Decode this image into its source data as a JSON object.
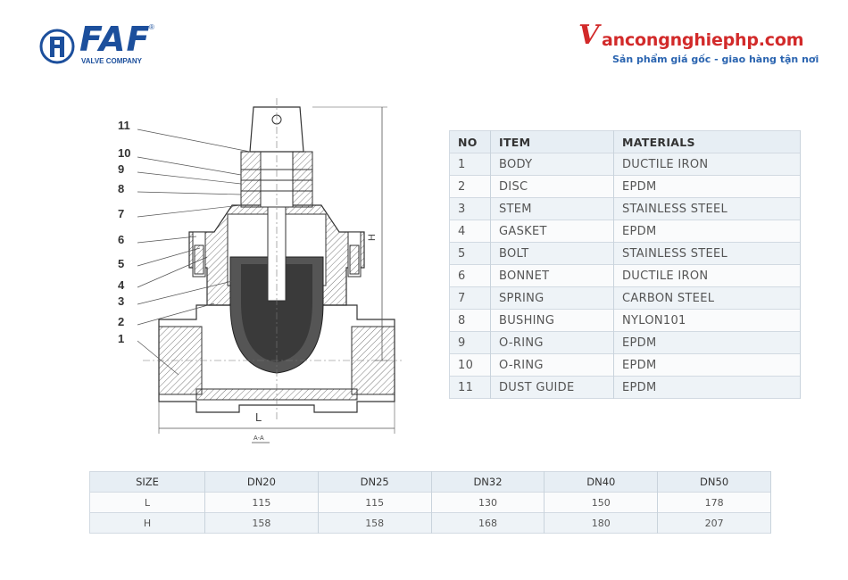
{
  "brand": {
    "name": "FAF",
    "reg_mark": "®",
    "subtitle": "VALVE COMPANY",
    "color": "#1c4f9c"
  },
  "site": {
    "v": "V",
    "name": "ancongnghiephp.com",
    "tagline": "Sản phẩm giá gốc - giao hàng tận nơi",
    "color": "#d22a2a",
    "tag_color": "#2a64b0"
  },
  "drawing": {
    "callouts": [
      "11",
      "10",
      "9",
      "8",
      "7",
      "6",
      "5",
      "4",
      "3",
      "2",
      "1"
    ],
    "dim_h": "H",
    "dim_l": "L",
    "section": "A-A"
  },
  "materials": {
    "headers": [
      "NO",
      "ITEM",
      "MATERIALS"
    ],
    "rows": [
      [
        "1",
        "BODY",
        "DUCTILE IRON"
      ],
      [
        "2",
        "DISC",
        "EPDM"
      ],
      [
        "3",
        "STEM",
        "STAINLESS STEEL"
      ],
      [
        "4",
        "GASKET",
        "EPDM"
      ],
      [
        "5",
        "BOLT",
        "STAINLESS STEEL"
      ],
      [
        "6",
        "BONNET",
        "DUCTILE IRON"
      ],
      [
        "7",
        "SPRING",
        "CARBON STEEL"
      ],
      [
        "8",
        "BUSHING",
        "NYLON101"
      ],
      [
        "9",
        "O-RING",
        "EPDM"
      ],
      [
        "10",
        "O-RING",
        "EPDM"
      ],
      [
        "11",
        "DUST GUIDE",
        "EPDM"
      ]
    ]
  },
  "sizes": {
    "headers": [
      "SIZE",
      "DN20",
      "DN25",
      "DN32",
      "DN40",
      "DN50"
    ],
    "rows": [
      [
        "L",
        "115",
        "115",
        "130",
        "150",
        "178"
      ],
      [
        "H",
        "158",
        "158",
        "168",
        "180",
        "207"
      ]
    ]
  }
}
